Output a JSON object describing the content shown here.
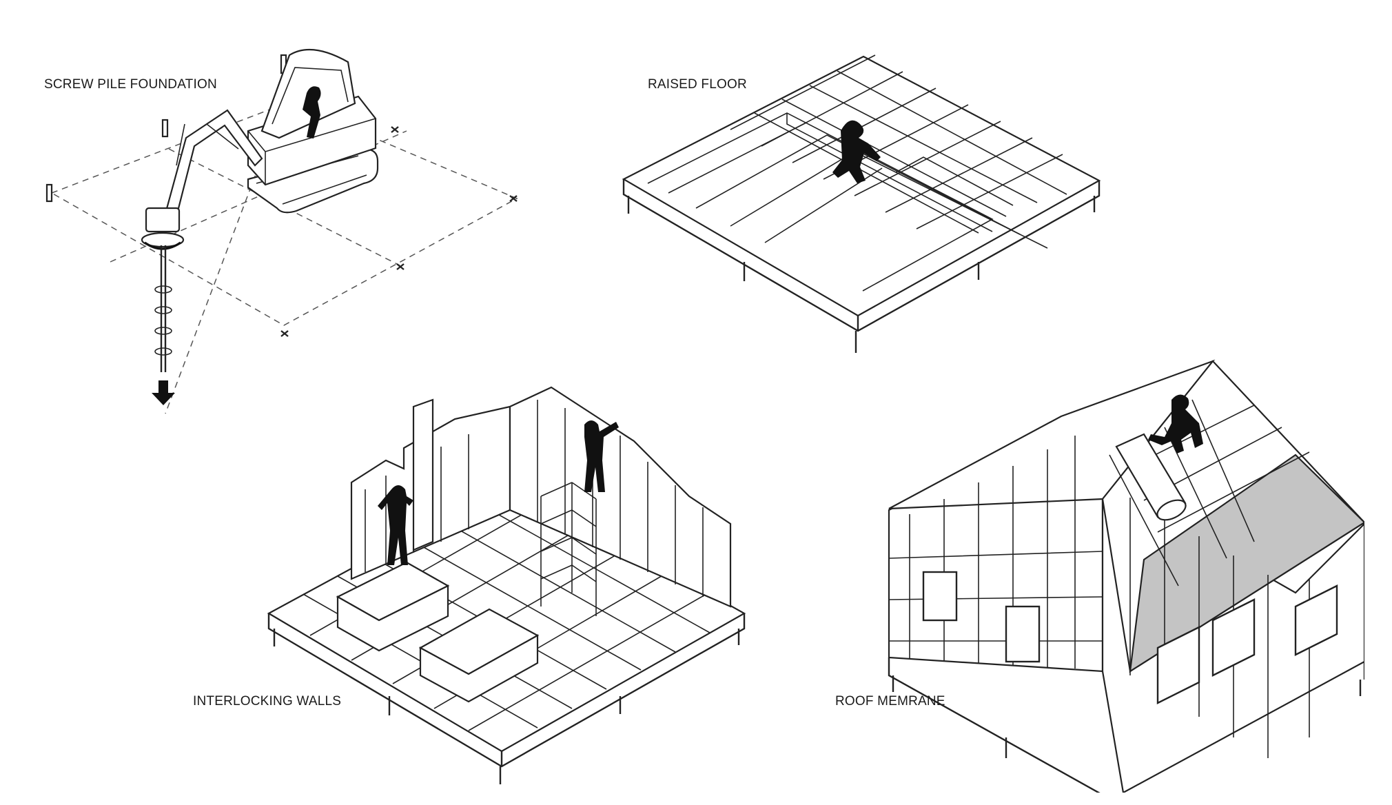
{
  "labels": {
    "screw": "SCREW PILE FOUNDATION",
    "floor": "RAISED FLOOR",
    "walls": "INTERLOCKING WALLS",
    "roof": "ROOF MEMRANE"
  },
  "colors": {
    "line": "#222222",
    "silhouette": "#111111",
    "membrane": "#c4c4c4",
    "background": "#ffffff"
  }
}
